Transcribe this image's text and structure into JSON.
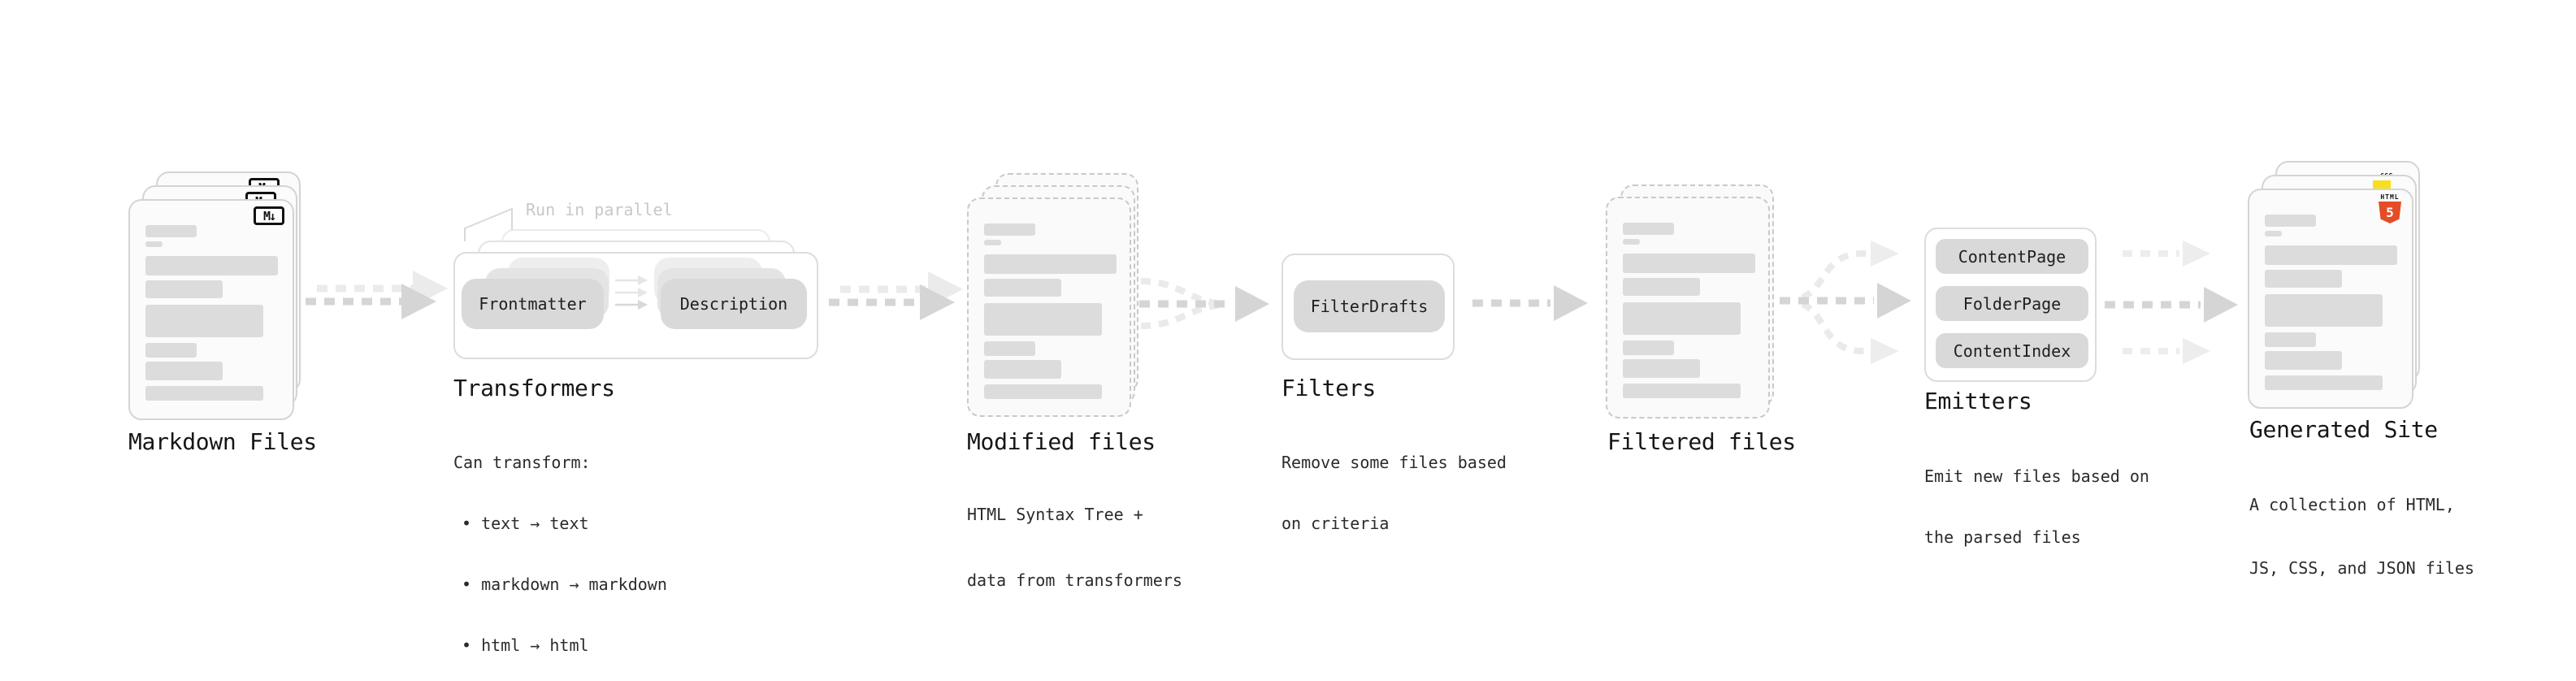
{
  "stage_markdown": {
    "label": "Markdown Files",
    "badge": "M↓"
  },
  "stage_transformers": {
    "annotation": "Run in parallel",
    "pill_frontmatter": "Frontmatter",
    "pill_description": "Description",
    "label": "Transformers",
    "desc_title": "Can transform:",
    "bullets": [
      "• text → text",
      "• markdown → markdown",
      "• html → html"
    ]
  },
  "stage_modified": {
    "label": "Modified files",
    "desc_lines": [
      "HTML Syntax Tree +",
      "data from transformers"
    ]
  },
  "stage_filters": {
    "pill": "FilterDrafts",
    "label": "Filters",
    "desc_lines": [
      "Remove some files based",
      "on criteria"
    ]
  },
  "stage_filtered": {
    "label": "Filtered files"
  },
  "stage_emitters": {
    "pills": [
      "ContentPage",
      "FolderPage",
      "ContentIndex"
    ],
    "label": "Emitters",
    "desc_lines": [
      "Emit new files based on",
      "the parsed files"
    ]
  },
  "stage_generated": {
    "label": "Generated Site",
    "badge_css": "CSS",
    "badge_html": "HTML",
    "badge_html_number": "5",
    "desc_lines": [
      "A collection of HTML,",
      "JS, CSS, and JSON files"
    ]
  },
  "colors": {
    "html5_orange": "#e44d26",
    "js_yellow": "#f7df1e",
    "css_blue": "#2b6be4",
    "flow_arrow": "#d5d5d5",
    "ghost_arrow": "#ebebeb"
  }
}
